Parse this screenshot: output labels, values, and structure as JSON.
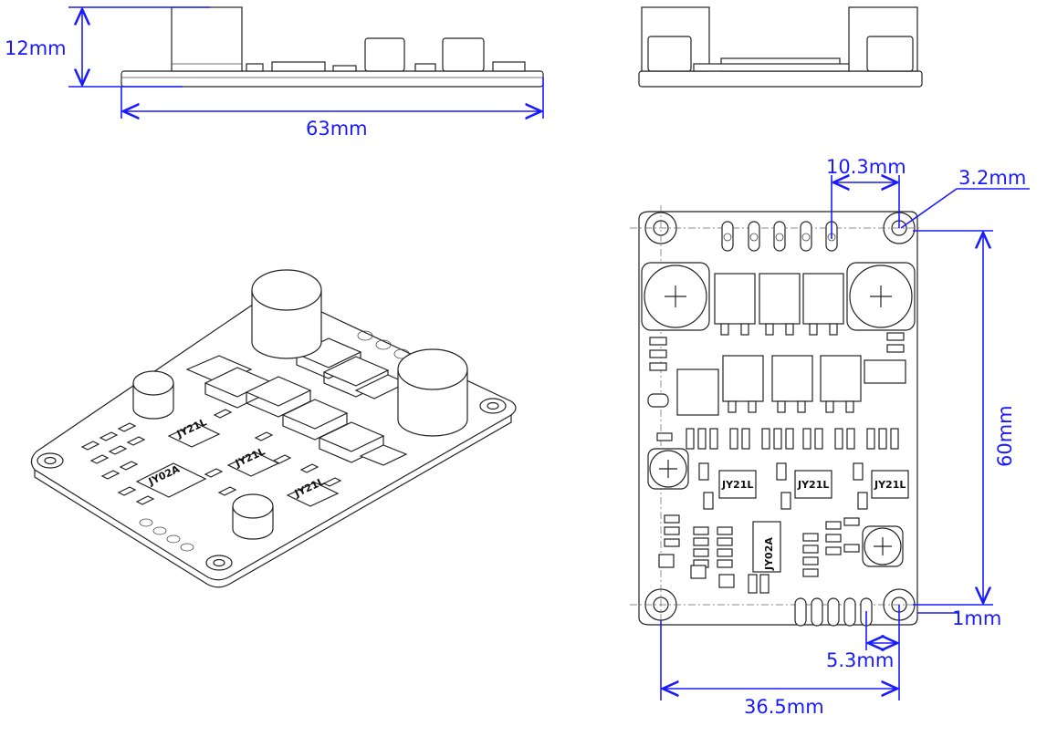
{
  "dimensions": {
    "height": "12mm",
    "length": "63mm",
    "pin_offset": "10.3mm",
    "hole_diameter": "3.2mm",
    "hole_spacing_vertical": "60mm",
    "edge_offset": "1mm",
    "pin_offset_bottom": "5.3mm",
    "hole_spacing_horizontal": "36.5mm"
  },
  "chips": {
    "driver_label": "JY21L",
    "controller_label": "JY02A"
  },
  "colors": {
    "dimension": "#1a1aff",
    "outline": "#222222"
  }
}
